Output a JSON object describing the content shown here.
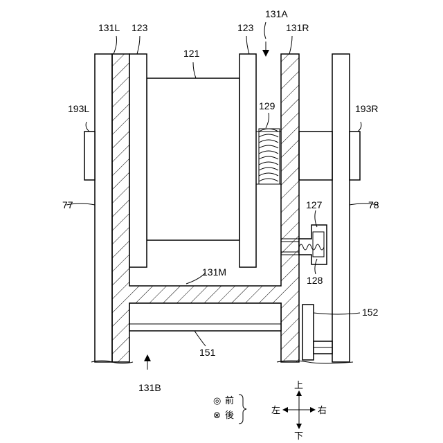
{
  "labels": {
    "l131A": "131A",
    "l131L": "131L",
    "l123L": "123",
    "l123R": "123",
    "l131R": "131R",
    "l121": "121",
    "l193L": "193L",
    "l193R": "193R",
    "l129": "129",
    "l77": "77",
    "l78": "78",
    "l127": "127",
    "l128": "128",
    "l131M": "131M",
    "l152": "152",
    "l151": "151",
    "l131B": "131B"
  },
  "legend": {
    "front_symbol": "◎",
    "front_label": "前",
    "back_symbol": "⊗",
    "back_label": "後"
  },
  "directions": {
    "up": "上",
    "down": "下",
    "left": "左",
    "right": "右"
  }
}
